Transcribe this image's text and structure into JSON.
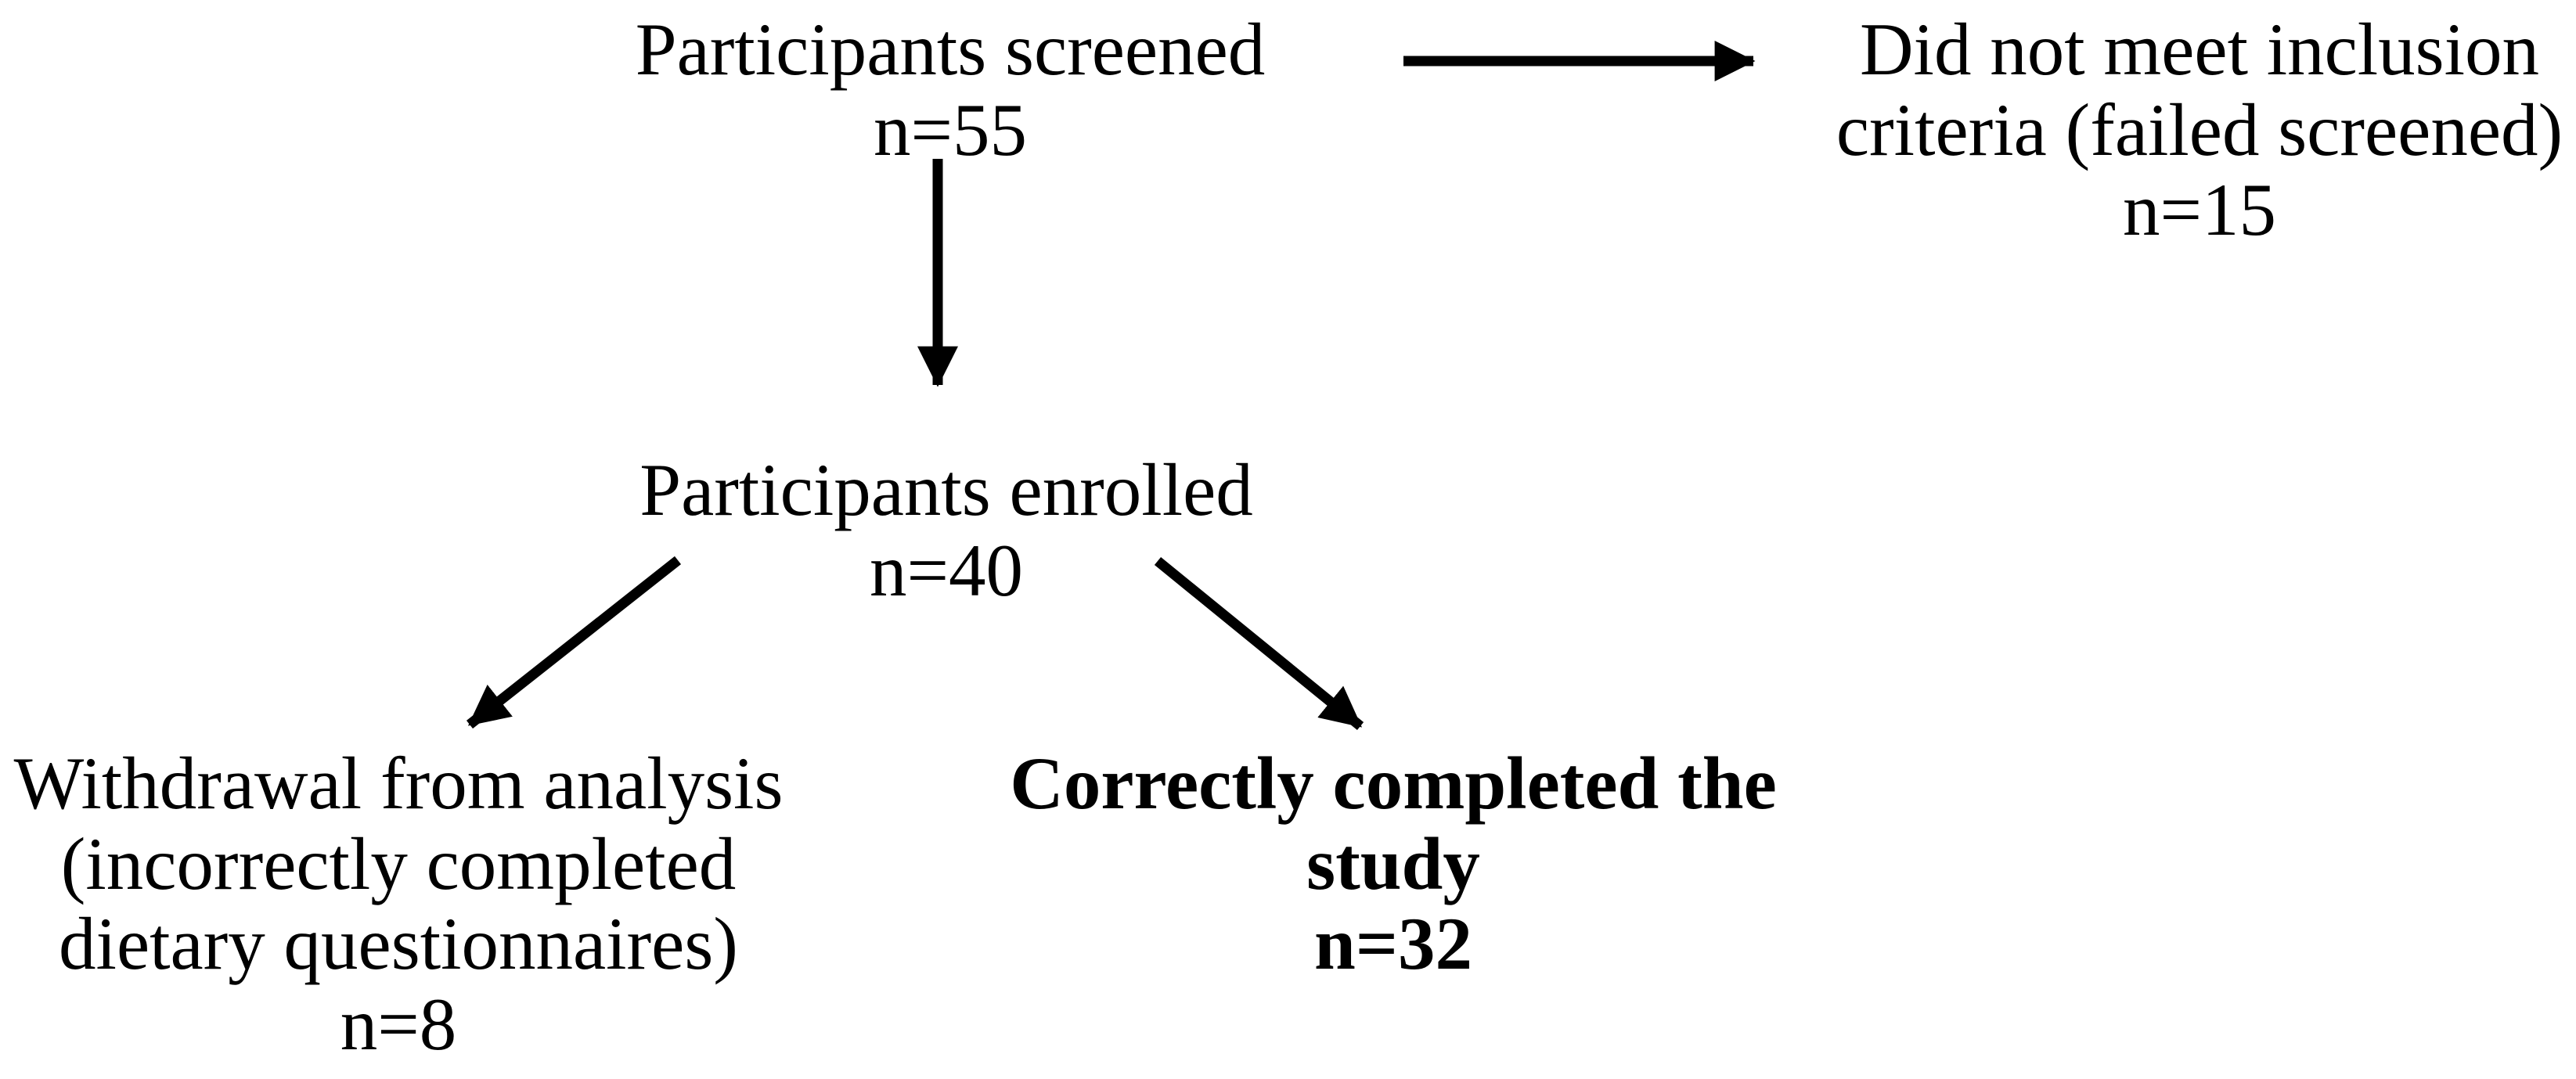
{
  "figure": {
    "kind": "participant-flow-diagram",
    "background_color": "#ffffff",
    "ink_color": "#000000"
  },
  "diagram": {
    "type": "flowchart",
    "nodes": [
      {
        "id": "screened",
        "lines": [
          "Participants screened",
          "n=55"
        ],
        "n": 55,
        "bold": false
      },
      {
        "id": "failed-screen",
        "lines": [
          "Did not meet inclusion",
          "criteria (failed screened)",
          "n=15"
        ],
        "n": 15,
        "bold": false
      },
      {
        "id": "enrolled",
        "lines": [
          "Participants enrolled",
          "n=40"
        ],
        "n": 40,
        "bold": false
      },
      {
        "id": "withdrawal",
        "lines": [
          "Withdrawal from analysis",
          "(incorrectly completed",
          "dietary questionnaires)",
          "n=8"
        ],
        "n": 8,
        "bold": false
      },
      {
        "id": "completed",
        "lines": [
          "Correctly completed the",
          "study",
          "n=32"
        ],
        "n": 32,
        "bold": true
      }
    ],
    "edges": [
      {
        "from": "screened",
        "to": "failed-screen",
        "direction": "right"
      },
      {
        "from": "screened",
        "to": "enrolled",
        "direction": "down"
      },
      {
        "from": "enrolled",
        "to": "withdrawal",
        "direction": "down-left"
      },
      {
        "from": "enrolled",
        "to": "completed",
        "direction": "down-right"
      }
    ]
  }
}
